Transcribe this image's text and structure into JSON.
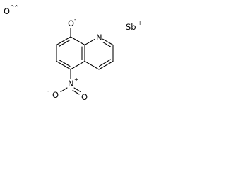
{
  "fragments": {
    "oxygen_radical": {
      "symbol": "O",
      "charge": "^^"
    },
    "antimony": {
      "symbol": "Sb",
      "charge": "+"
    }
  },
  "molecule": {
    "phenolate_oxygen": {
      "symbol": "O",
      "charge": "-"
    },
    "ring_nitrogen": {
      "symbol": "N"
    },
    "nitro_nitrogen": {
      "symbol": "N",
      "charge": "+"
    },
    "nitro_oxygen_single": {
      "symbol": "O",
      "charge": "-"
    },
    "nitro_oxygen_double": {
      "symbol": "O"
    }
  }
}
